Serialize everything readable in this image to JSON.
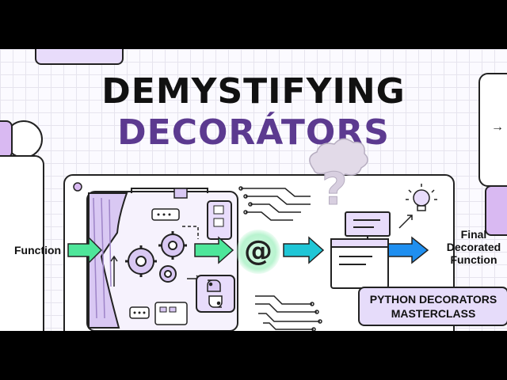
{
  "title": {
    "line1": "DEMYSTIFYING",
    "line2": "DECORÁTORS"
  },
  "diagram": {
    "input_label": "Function",
    "decorator_symbol": "@",
    "output_label_lines": [
      "Final",
      "Decorated",
      "Function"
    ]
  },
  "badge": {
    "line1": "PYTHON DECORATORS",
    "line2": "MASTERCLASS"
  },
  "icons": [
    "curtain-icon",
    "gear-icon",
    "python-logo-icon",
    "circuit-icon",
    "question-mark-icon",
    "lightbulb-icon",
    "arrow-right-icon"
  ],
  "colors": {
    "title_accent": "#5c3a90",
    "curtain_fill": "#d9c8f3",
    "arrow_green": "#4ee69a",
    "arrow_cyan": "#1fc6d6",
    "arrow_blue": "#1f8ff0",
    "badge_fill": "#e6dcfa"
  }
}
